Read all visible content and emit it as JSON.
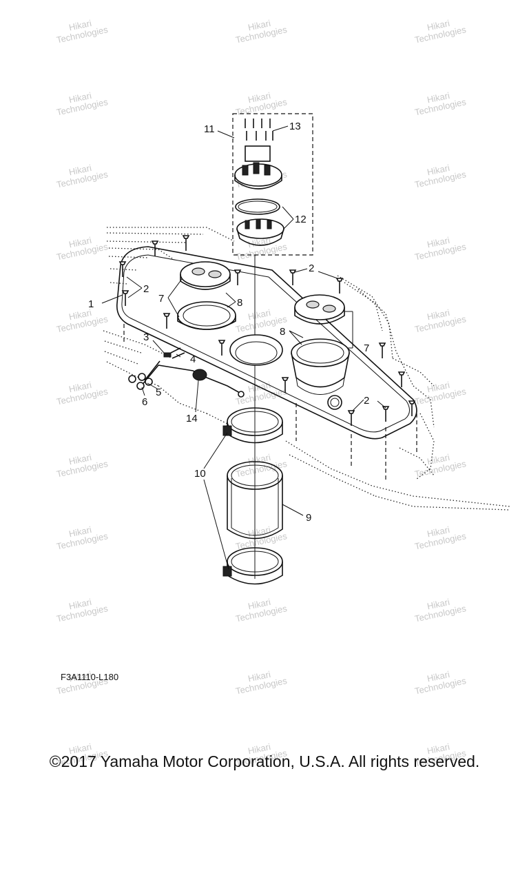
{
  "diagram": {
    "reference_code": "F3A1110-L180",
    "copyright": "©2017 Yamaha Motor Corporation, U.S.A. All rights reserved.",
    "watermark": {
      "line1": "Hikari",
      "line2": "Technologies"
    },
    "callouts": {
      "c1": "1",
      "c2a": "2",
      "c2b": "2",
      "c2c": "2",
      "c3": "3",
      "c4": "4",
      "c5": "5",
      "c6": "6",
      "c7a": "7",
      "c7b": "7",
      "c8a": "8",
      "c8b": "8",
      "c9": "9",
      "c10": "10",
      "c11": "11",
      "c12": "12",
      "c13": "13",
      "c14": "14"
    }
  }
}
